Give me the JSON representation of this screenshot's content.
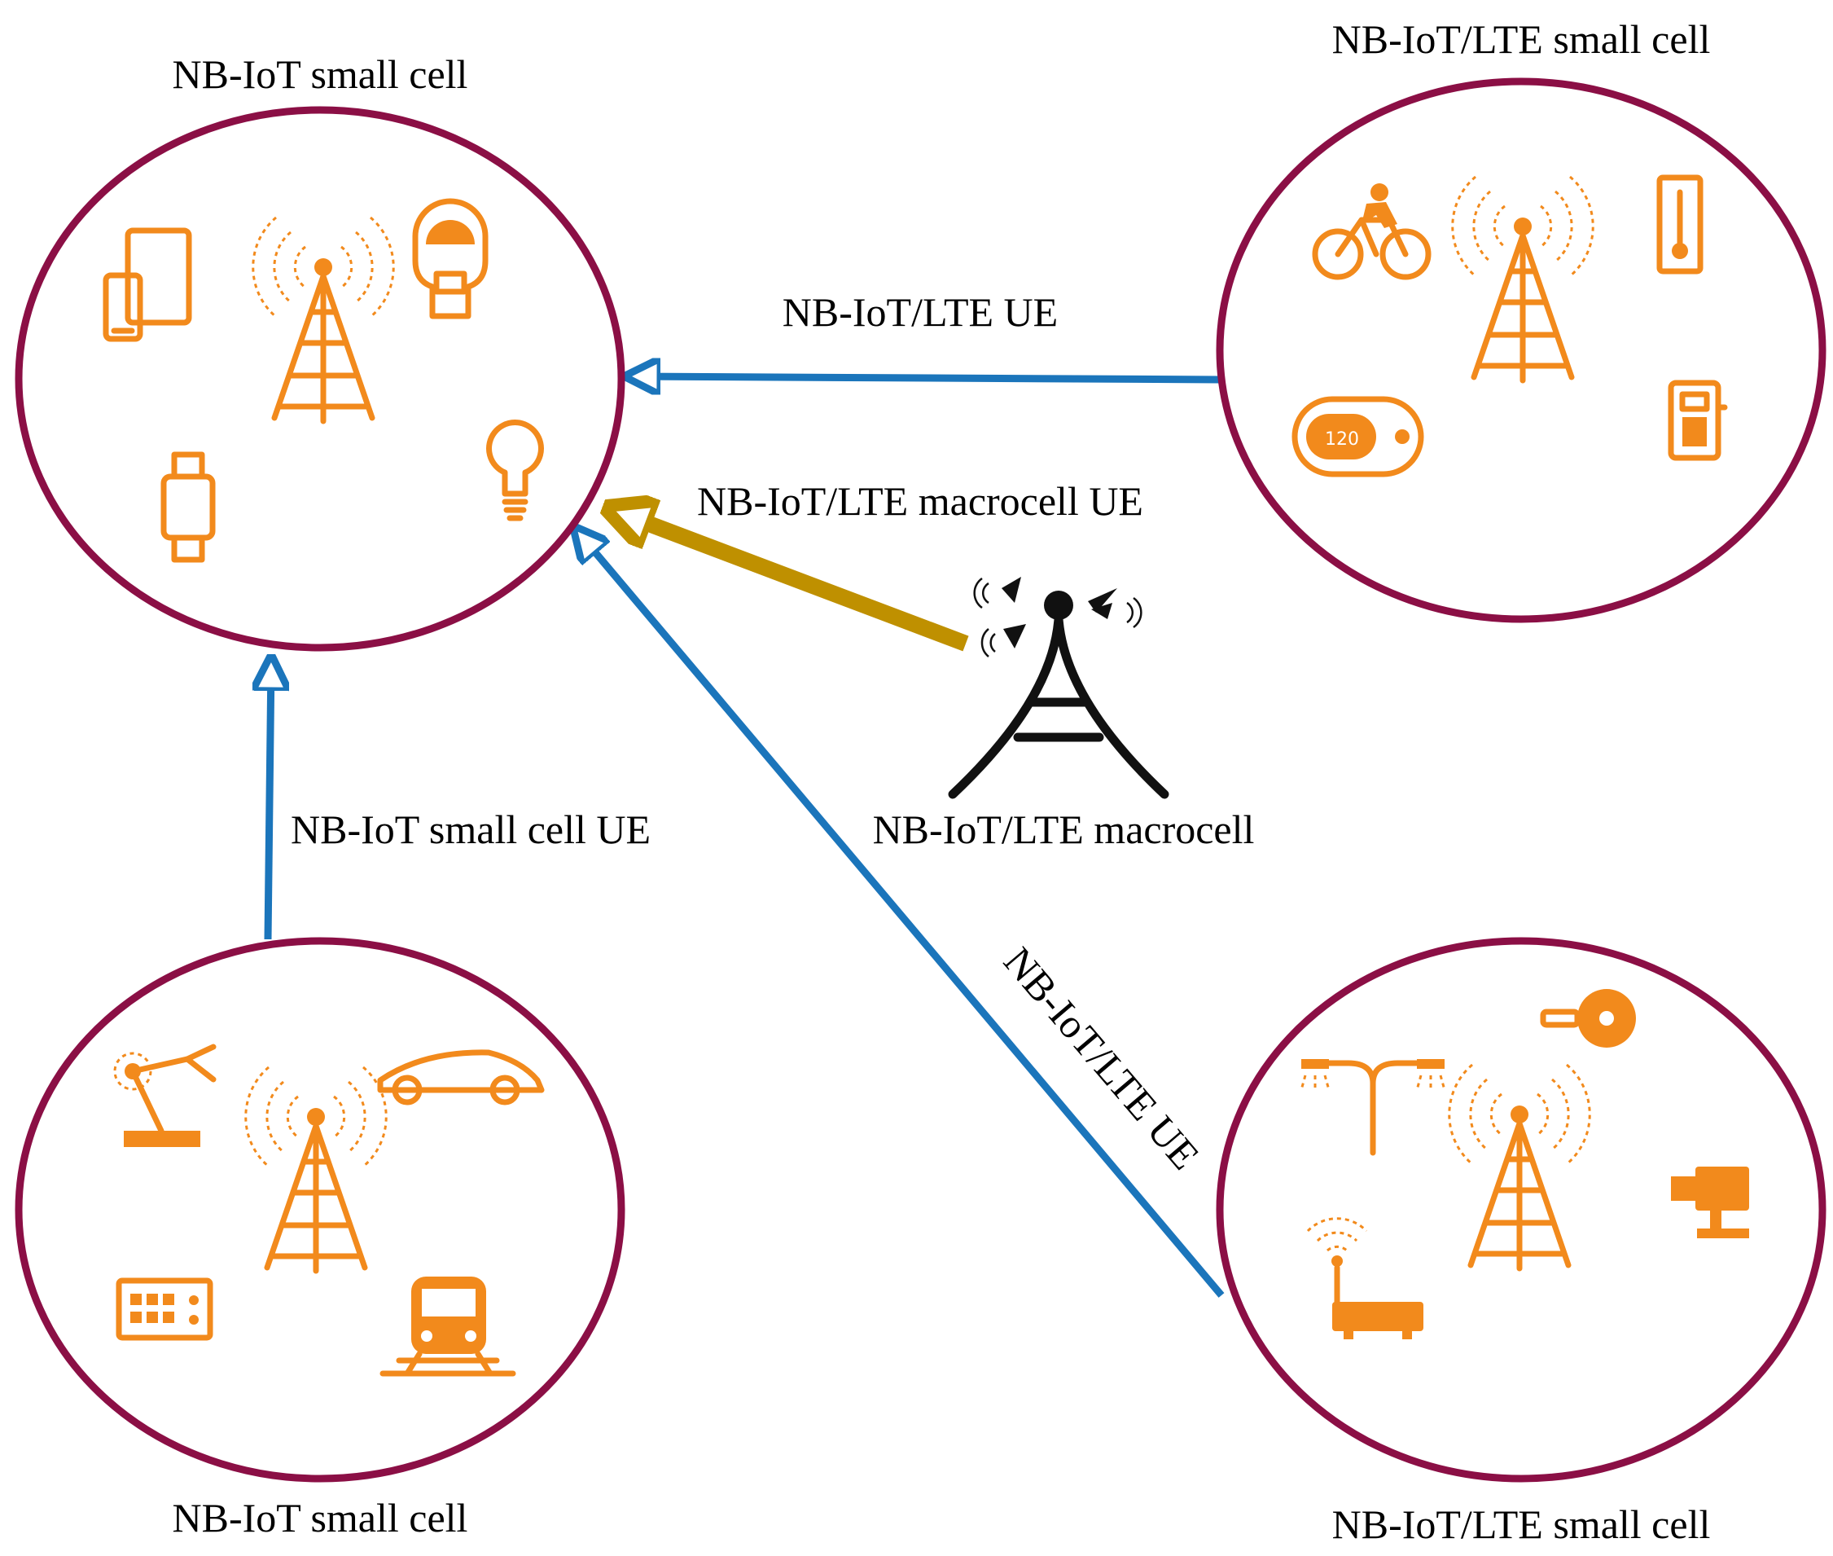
{
  "cells": {
    "top_left": {
      "label": "NB-IoT small cell"
    },
    "top_right": {
      "label": "NB-IoT/LTE small cell"
    },
    "bottom_left": {
      "label": "NB-IoT small cell"
    },
    "bottom_right": {
      "label": "NB-IoT/LTE small cell"
    }
  },
  "macrocell": {
    "label": "NB-IoT/LTE macrocell"
  },
  "links": {
    "top_right_to_top_left": "NB-IoT/LTE UE",
    "macro_to_top_left": "NB-IoT/LTE macrocell UE",
    "bottom_left_to_top_left": "NB-IoT small cell UE",
    "bottom_right_to_top_left": "NB-IoT/LTE UE"
  },
  "wearable_display": "120",
  "colors": {
    "cell_ring": "#8b0f45",
    "icon": "#f28a1c",
    "ue_link": "#1b75bb",
    "macro_link": "#bf9000",
    "macro_tower": "#111111"
  },
  "icons": {
    "top_left": [
      "tablet-phone-icon",
      "small-cell-tower-icon",
      "parking-meter-icon",
      "smartwatch-icon",
      "light-bulb-icon"
    ],
    "top_right": [
      "cyclist-icon",
      "small-cell-tower-icon",
      "thermometer-icon",
      "fitness-tracker-icon",
      "payment-terminal-icon"
    ],
    "bottom_left": [
      "robot-arm-icon",
      "car-icon",
      "small-cell-tower-icon",
      "control-panel-icon",
      "train-icon"
    ],
    "bottom_right": [
      "street-lamp-icon",
      "key-icon",
      "small-cell-tower-icon",
      "security-camera-icon",
      "wifi-router-icon"
    ],
    "macrocell": [
      "macrocell-tower-icon"
    ]
  }
}
